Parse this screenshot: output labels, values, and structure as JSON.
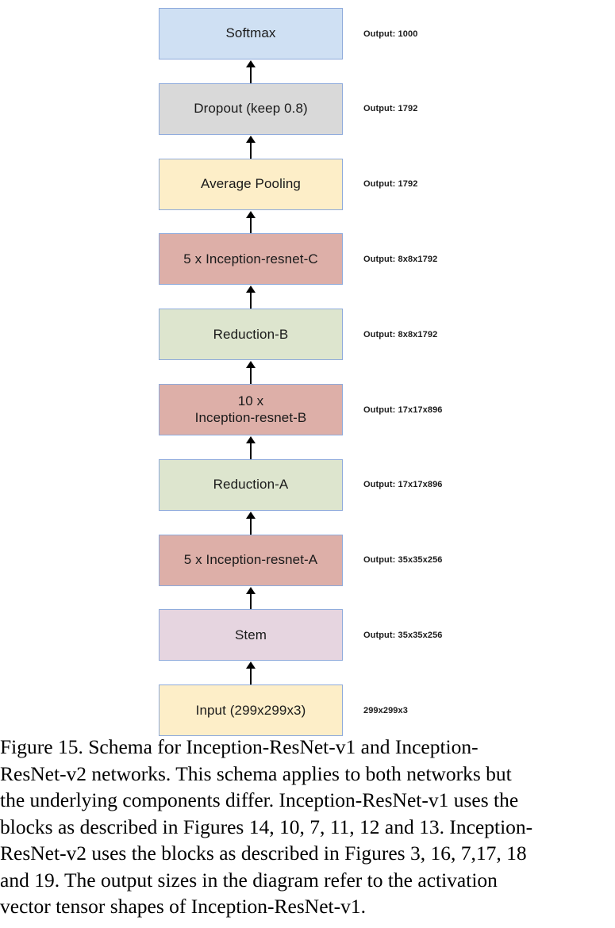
{
  "figure": {
    "kind": "flow-diagram",
    "orientation": "bottom-to-top",
    "title_ref": "Figure 15",
    "nodes": [
      {
        "id": "softmax",
        "label": "Softmax",
        "label_line2": "",
        "output": "Output: 1000",
        "fill": "#cfe0f3",
        "border": "#8eaadb"
      },
      {
        "id": "dropout",
        "label": "Dropout (keep 0.8)",
        "label_line2": "",
        "output": "Output: 1792",
        "fill": "#d9d9d9",
        "border": "#8eaadb"
      },
      {
        "id": "avgpool",
        "label": "Average Pooling",
        "label_line2": "",
        "output": "Output: 1792",
        "fill": "#fdeec8",
        "border": "#8eaadb"
      },
      {
        "id": "resnet-c",
        "label": "5 x Inception-resnet-C",
        "label_line2": "",
        "output": "Output: 8x8x1792",
        "fill": "#ddafa8",
        "border": "#8eaadb"
      },
      {
        "id": "reduction-b",
        "label": "Reduction-B",
        "label_line2": "",
        "output": "Output: 8x8x1792",
        "fill": "#dde5ce",
        "border": "#8eaadb"
      },
      {
        "id": "resnet-b",
        "label": "10 x",
        "label_line2": "Inception-resnet-B",
        "output": "Output: 17x17x896",
        "fill": "#ddafa8",
        "border": "#8eaadb"
      },
      {
        "id": "reduction-a",
        "label": "Reduction-A",
        "label_line2": "",
        "output": "Output: 17x17x896",
        "fill": "#dde5ce",
        "border": "#8eaadb"
      },
      {
        "id": "resnet-a",
        "label": "5 x Inception-resnet-A",
        "label_line2": "",
        "output": "Output: 35x35x256",
        "fill": "#ddafa8",
        "border": "#8eaadb"
      },
      {
        "id": "stem",
        "label": "Stem",
        "label_line2": "",
        "output": "Output: 35x35x256",
        "fill": "#e6d5e0",
        "border": "#8eaadb"
      },
      {
        "id": "input",
        "label": "Input (299x299x3)",
        "label_line2": "",
        "output": "299x299x3",
        "fill": "#fdeec8",
        "border": "#8eaadb"
      }
    ]
  },
  "caption": {
    "line1": "Figure 15. Schema for Inception-ResNet-v1 and Inception-",
    "line2": "ResNet-v2 networks. This schema applies to both networks but",
    "line3": "the underlying components differ. Inception-ResNet-v1 uses the",
    "line4": "blocks as described in Figures 14, 10, 7, 11, 12 and 13. Inception-",
    "line5": "ResNet-v2 uses the blocks as described in Figures 3, 16, 7,17, 18",
    "line6": "and 19. The output sizes in the diagram refer to the activation",
    "line7": "vector tensor shapes of Inception-ResNet-v1."
  }
}
